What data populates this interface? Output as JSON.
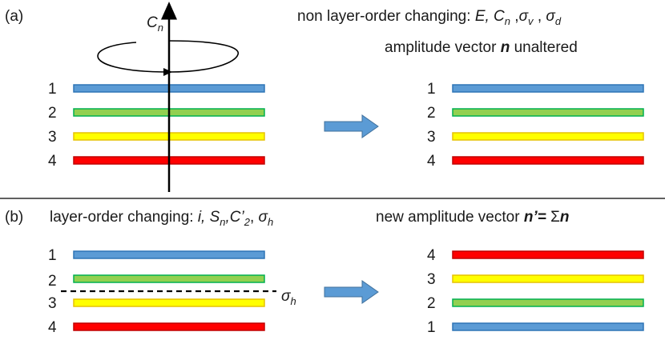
{
  "panel_a": {
    "tag": "(a)",
    "axis_label": "C",
    "axis_sub": "n",
    "title": {
      "prefix": "non layer-order changing: ",
      "E": "E,",
      "C": "C",
      "Csub": "n",
      "sep1": " ,",
      "sv": "σ",
      "svsub": "v",
      "sep2": " , ",
      "sd": "σ",
      "sdsub": "d"
    },
    "subtitle": {
      "prefix": "amplitude vector ",
      "n": "n",
      "suffix": " unaltered"
    },
    "left_layers": [
      {
        "label": "1",
        "color": "#5b9bd5",
        "stroke": "#2e75b6"
      },
      {
        "label": "2",
        "color": "#92d050",
        "stroke": "#00b050"
      },
      {
        "label": "3",
        "color": "#ffff00",
        "stroke": "#e6c200"
      },
      {
        "label": "4",
        "color": "#ff0000",
        "stroke": "#c00000"
      }
    ],
    "right_layers": [
      {
        "label": "1",
        "color": "#5b9bd5",
        "stroke": "#2e75b6"
      },
      {
        "label": "2",
        "color": "#92d050",
        "stroke": "#00b050"
      },
      {
        "label": "3",
        "color": "#ffff00",
        "stroke": "#e6c200"
      },
      {
        "label": "4",
        "color": "#ff0000",
        "stroke": "#c00000"
      }
    ]
  },
  "panel_b": {
    "tag": "(b)",
    "title": {
      "prefix": "layer-order changing:  ",
      "i": "i,",
      "S": " S",
      "Ssub": "n",
      "C": ",C’",
      "Csub": "2",
      "sep": ", ",
      "sh": "σ",
      "shsub": "h"
    },
    "subtitle": {
      "prefix": "new amplitude vector ",
      "np": "n’=",
      "sum": " Σ",
      "n": "n"
    },
    "plane_label": "σ",
    "plane_sub": "h",
    "left_layers": [
      {
        "label": "1",
        "color": "#5b9bd5",
        "stroke": "#2e75b6"
      },
      {
        "label": "2",
        "color": "#92d050",
        "stroke": "#00b050"
      },
      {
        "label": "3",
        "color": "#ffff00",
        "stroke": "#e6c200"
      },
      {
        "label": "4",
        "color": "#ff0000",
        "stroke": "#c00000"
      }
    ],
    "right_layers": [
      {
        "label": "4",
        "color": "#ff0000",
        "stroke": "#c00000"
      },
      {
        "label": "3",
        "color": "#ffff00",
        "stroke": "#e6c200"
      },
      {
        "label": "2",
        "color": "#92d050",
        "stroke": "#00b050"
      },
      {
        "label": "1",
        "color": "#5b9bd5",
        "stroke": "#2e75b6"
      }
    ]
  },
  "colors": {
    "arrow_fill": "#5b9bd5",
    "arrow_stroke": "#41719c",
    "divider": "#000000"
  }
}
